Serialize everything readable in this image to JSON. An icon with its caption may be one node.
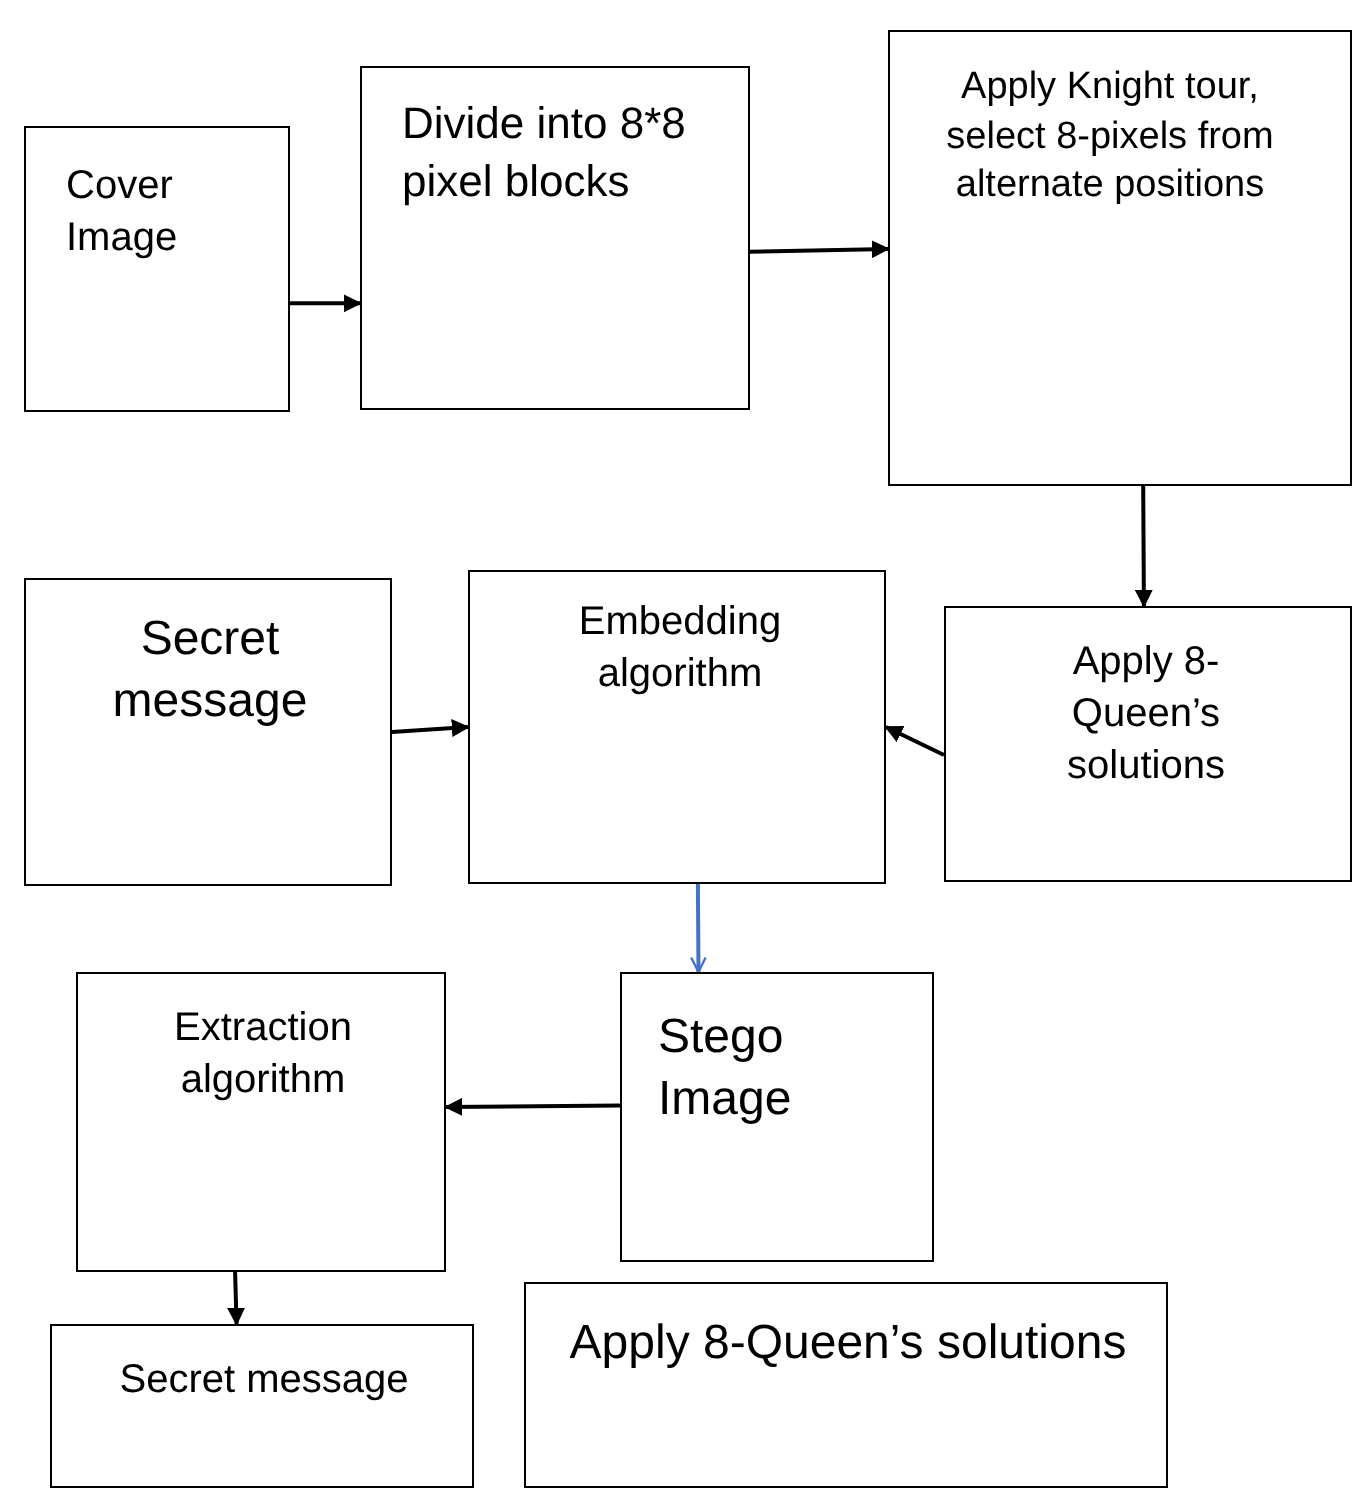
{
  "diagram": {
    "nodes": [
      {
        "text": [
          "Cover Image"
        ]
      },
      {
        "text": [
          "Divide into 8*8 pixel blocks"
        ]
      },
      {
        "text": [
          "Apply Knight tour, select 8-pixels from alternate positions"
        ]
      },
      {
        "text": [
          "Secret message"
        ]
      },
      {
        "text": [
          "Embedding algorithm"
        ]
      },
      {
        "text": [
          "Apply 8-Queen’s solutions"
        ]
      },
      {
        "text": [
          "Extraction algorithm"
        ]
      },
      {
        "text": [
          "Stego Image"
        ]
      },
      {
        "text": [
          "Secret message"
        ]
      },
      {
        "text": [
          "Apply 8-Queen’s solutions"
        ]
      }
    ],
    "edges": [
      {
        "from": 0,
        "to": 1,
        "arrow": "to"
      },
      {
        "from": 1,
        "to": 2,
        "arrow": "to"
      },
      {
        "from": 2,
        "to": 5,
        "arrow": "to"
      },
      {
        "from": 3,
        "to": 4,
        "arrow": "to"
      },
      {
        "from": 5,
        "to": 4,
        "arrow": "to"
      },
      {
        "from": 4,
        "to": 7,
        "arrow": "to",
        "color": "#4472c4"
      },
      {
        "from": 7,
        "to": 6,
        "arrow": "to"
      },
      {
        "from": 6,
        "to": 8,
        "arrow": "to"
      }
    ]
  }
}
